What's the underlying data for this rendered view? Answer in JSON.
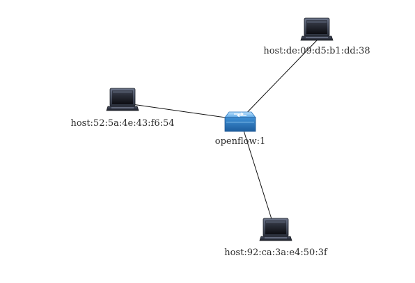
{
  "topology": {
    "switch": {
      "id": "openflow:1",
      "icon": "switch-icon"
    },
    "hosts": [
      {
        "id": "host:de:09:d5:b1:dd:38",
        "icon": "laptop-icon"
      },
      {
        "id": "host:52:5a:4e:43:f6:54",
        "icon": "laptop-icon"
      },
      {
        "id": "host:92:ca:3a:e4:50:3f",
        "icon": "laptop-icon"
      }
    ],
    "links": [
      {
        "from": "openflow:1",
        "to": "host:de:09:d5:b1:dd:38"
      },
      {
        "from": "openflow:1",
        "to": "host:52:5a:4e:43:f6:54"
      },
      {
        "from": "openflow:1",
        "to": "host:92:ca:3a:e4:50:3f"
      }
    ],
    "colors": {
      "background": "#ffffff",
      "link": "#111111",
      "label": "#2b2b2b",
      "switch": "#3d8fd0",
      "laptop": "#1b1d24"
    }
  }
}
